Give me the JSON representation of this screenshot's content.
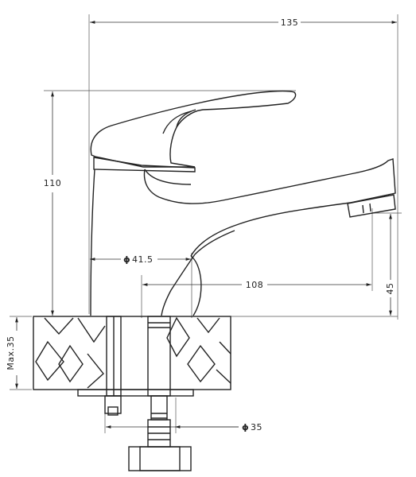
{
  "dimensions": {
    "width_total": "135",
    "height_spout": "110",
    "diameter_body": "41.5",
    "reach": "108",
    "aerator_height": "45",
    "counter_max": "Max.35",
    "diameter_hole": "35"
  },
  "phi_symbol": "ϕ"
}
